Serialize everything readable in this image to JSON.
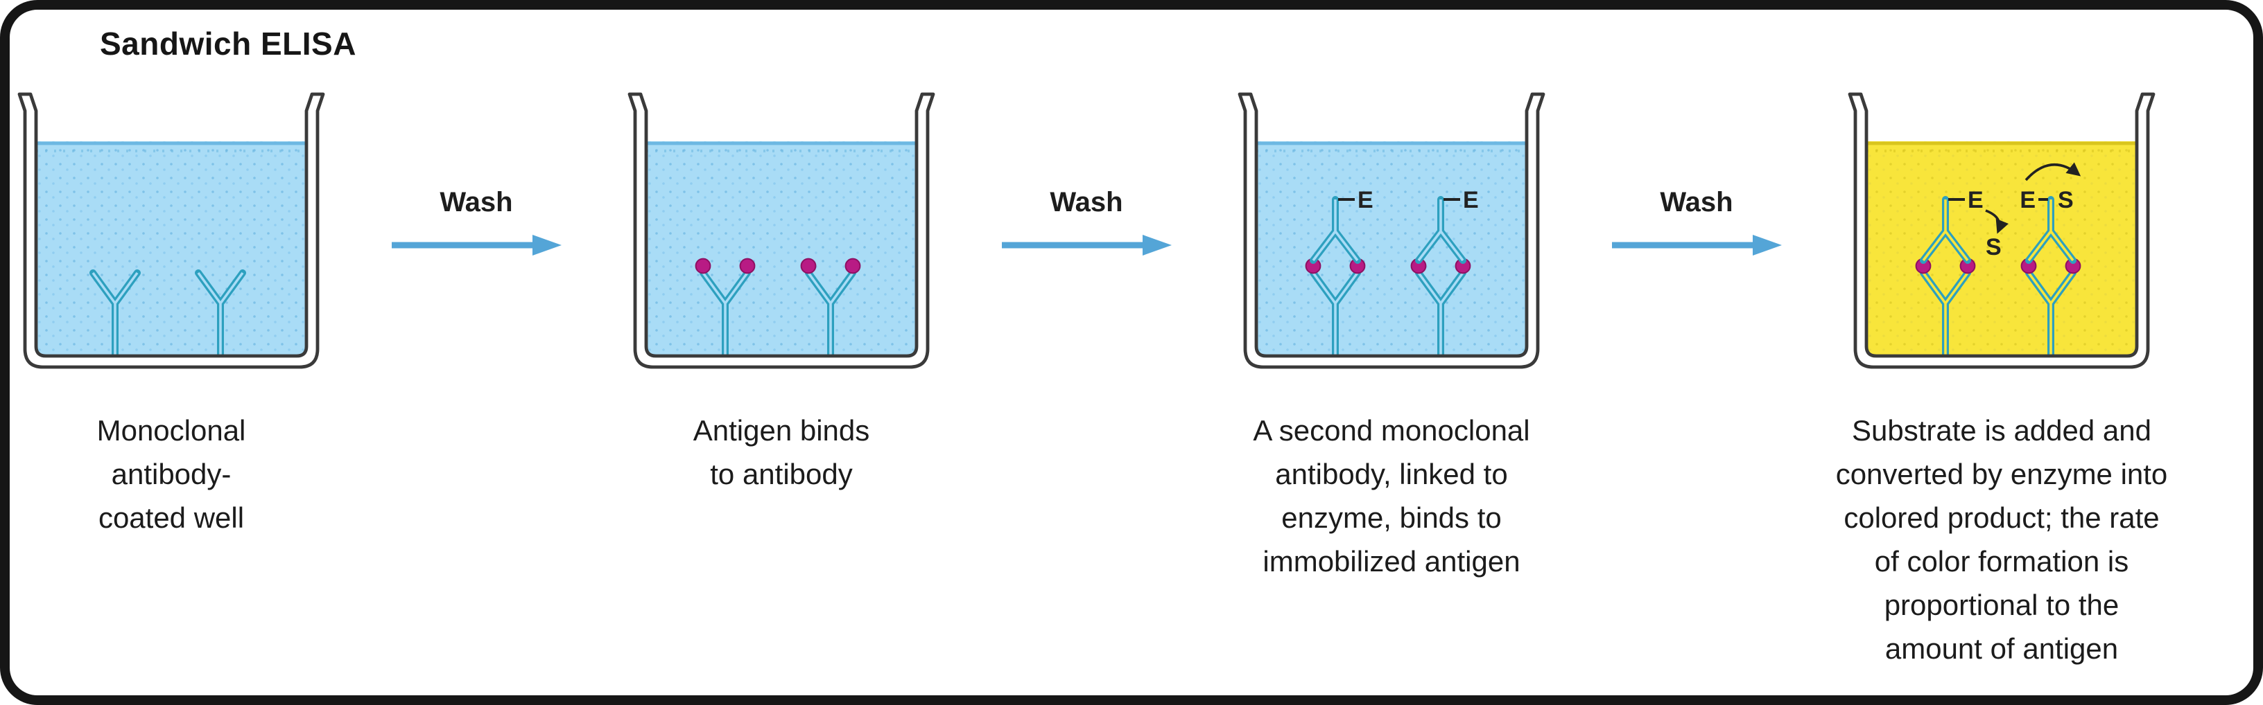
{
  "title": "Sandwich ELISA",
  "wash_label": "Wash",
  "labels": {
    "enzyme": "E",
    "substrate": "S"
  },
  "steps": [
    {
      "caption": "Monoclonal\nantibody-\ncoated well"
    },
    {
      "caption": "Antigen binds\nto antibody"
    },
    {
      "caption": "A second monoclonal\nantibody, linked to\nenzyme, binds to\nimmobilized antigen"
    },
    {
      "caption": "Substrate is added and\nconverted by enzyme into\ncolored product; the rate\nof color formation is\nproportional to the\namount of antigen"
    }
  ],
  "colors": {
    "liquid_blue": "#a9dcf6",
    "surface_blue": "#6db8e2",
    "liquid_yellow": "#f8e53b",
    "surface_yellow": "#d9c51e",
    "antibody": "#2da0bf",
    "antigen": "#b81b84",
    "arrow": "#54a5d7",
    "outline": "#3a3a3a",
    "text": "#1b1b1b"
  }
}
